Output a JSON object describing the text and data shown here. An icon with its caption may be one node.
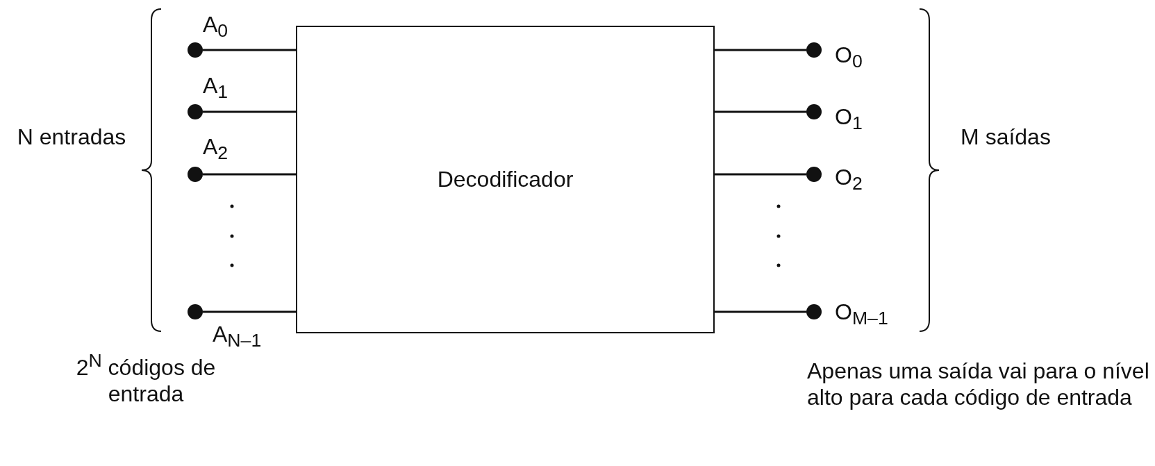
{
  "diagram": {
    "nodes": [
      {
        "text": [
          "Decodificador"
        ]
      },
      {
        "text": [],
        "shape": "circle",
        "beside": [
          "A$_{0}$"
        ]
      },
      {
        "text": [],
        "shape": "circle",
        "beside": [
          "A$_{1}$"
        ]
      },
      {
        "text": [],
        "shape": "circle",
        "beside": [
          "A$_{2}$"
        ]
      },
      {
        "text": [],
        "shape": "circle",
        "beside": [
          "A$_{N–1}$"
        ]
      },
      {
        "text": [],
        "shape": "circle",
        "beside": [
          "O$_{0}$"
        ]
      },
      {
        "text": [],
        "shape": "circle",
        "beside": [
          "O$_{1}$"
        ]
      },
      {
        "text": [],
        "shape": "circle",
        "beside": [
          "O$_{2}$"
        ]
      },
      {
        "text": [],
        "shape": "circle",
        "beside": [
          "O$_{M–1}$"
        ]
      }
    ],
    "edges": [
      {
        "from": 1,
        "to": 0,
        "arrow": "none"
      },
      {
        "from": 2,
        "to": 0,
        "arrow": "none"
      },
      {
        "from": 3,
        "to": 0,
        "arrow": "none"
      },
      {
        "from": 4,
        "to": 0,
        "arrow": "none"
      },
      {
        "from": 0,
        "to": 5,
        "arrow": "none"
      },
      {
        "from": 0,
        "to": 6,
        "arrow": "none"
      },
      {
        "from": 0,
        "to": 7,
        "arrow": "none"
      },
      {
        "from": 0,
        "to": 8,
        "arrow": "none"
      }
    ],
    "labels": [
      "N entradas",
      "M saídas",
      "2$^{N}$ códigos de entrada",
      "Apenas uma saída vai para o nível alto para cada código de entrada"
    ]
  }
}
